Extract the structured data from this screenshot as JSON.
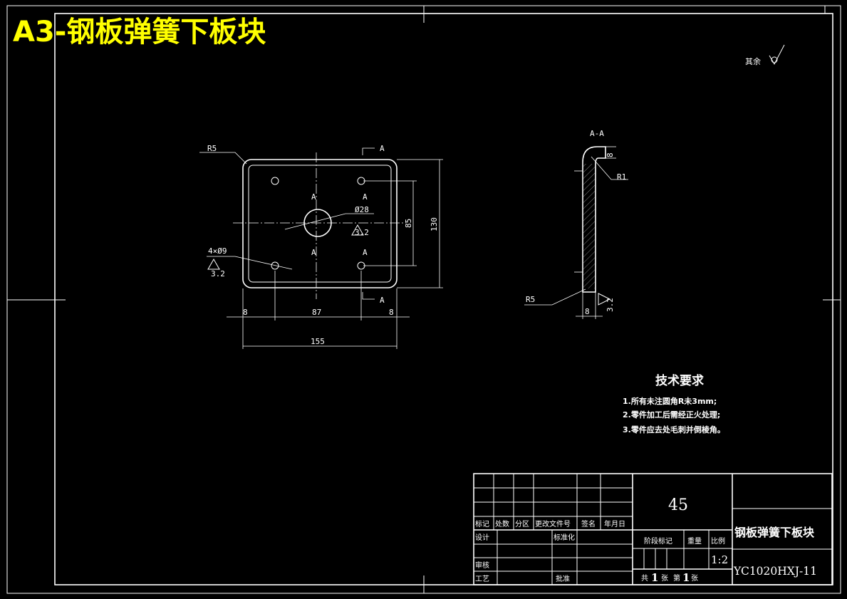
{
  "sheet_title": "A3-钢板弹簧下板块",
  "surface_note": "其余",
  "front_view": {
    "corner_radius": "R5",
    "section_marker": "A",
    "hole_center_label": "A",
    "center_hole_dia": "Ø28",
    "center_hole_rough": "3.2",
    "holes_dia": "4×Ø9",
    "holes_rough": "3.2",
    "dim_edge_left": "8",
    "dim_hole_spacing_x": "87",
    "dim_edge_right": "8",
    "dim_total_width": "155",
    "dim_hole_spacing_y": "85",
    "dim_total_height": "130"
  },
  "section_view": {
    "title": "A-A",
    "dim_top": "8",
    "bend_radius": "R1",
    "bottom_radius": "R5",
    "dim_bottom": "8",
    "rough": "3.2"
  },
  "requirements": {
    "heading": "技术要求",
    "items": [
      "1.所有未注圆角R未3mm;",
      "2.零件加工后需经正火处理;",
      "3.零件应去处毛刺并倒棱角。"
    ]
  },
  "title_block": {
    "material": "45",
    "part_name": "钢板弹簧下板块",
    "drawing_no": "YC1020HXJ-11",
    "scale": "1:2",
    "col_mark": "标记",
    "col_count": "处数",
    "col_zone": "分区",
    "col_doc": "更改文件号",
    "col_sign": "签名",
    "col_date": "年月日",
    "row_design": "设计",
    "row_standard": "标准化",
    "row_review": "审核",
    "row_process": "工艺",
    "row_approve": "批准",
    "stage_mark": "阶段标记",
    "weight": "重量",
    "scale_label": "比例",
    "sheets_total_prefix": "共",
    "sheets_total": "1",
    "sheets_unit": "张",
    "sheet_no_prefix": "第",
    "sheet_no": "1",
    "sheet_no_unit": "张"
  }
}
